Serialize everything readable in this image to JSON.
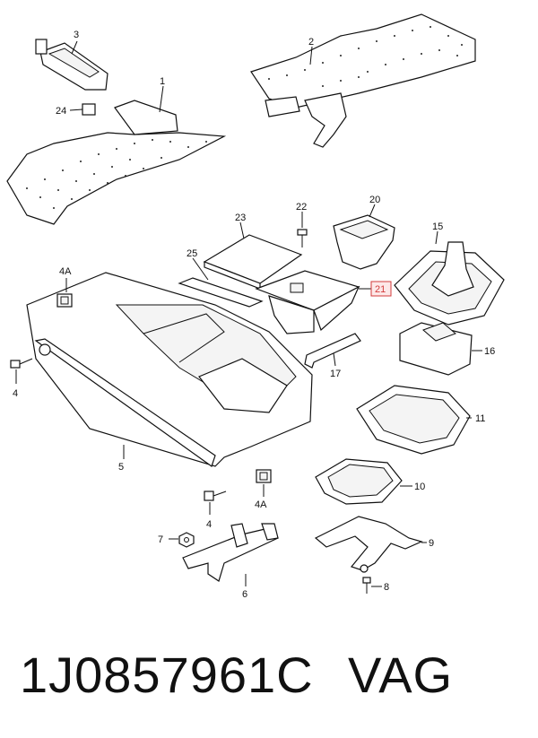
{
  "labels": {
    "l1": "1",
    "l2": "2",
    "l3": "3",
    "l24": "24",
    "l20": "20",
    "l22": "22",
    "l23": "23",
    "l25": "25",
    "l21": "21",
    "l15": "15",
    "l4a_top": "4A",
    "l4_left": "4",
    "l5": "5",
    "l17": "17",
    "l16": "16",
    "l11": "11",
    "l10": "10",
    "l4_bottom": "4",
    "l4a_bottom": "4A",
    "l7": "7",
    "l6": "6",
    "l9": "9",
    "l8": "8"
  },
  "highlighted_part": "21",
  "highlight_color": "#d23b3b",
  "footer": {
    "part_number": "1J0857961C",
    "brand": "VAG"
  }
}
